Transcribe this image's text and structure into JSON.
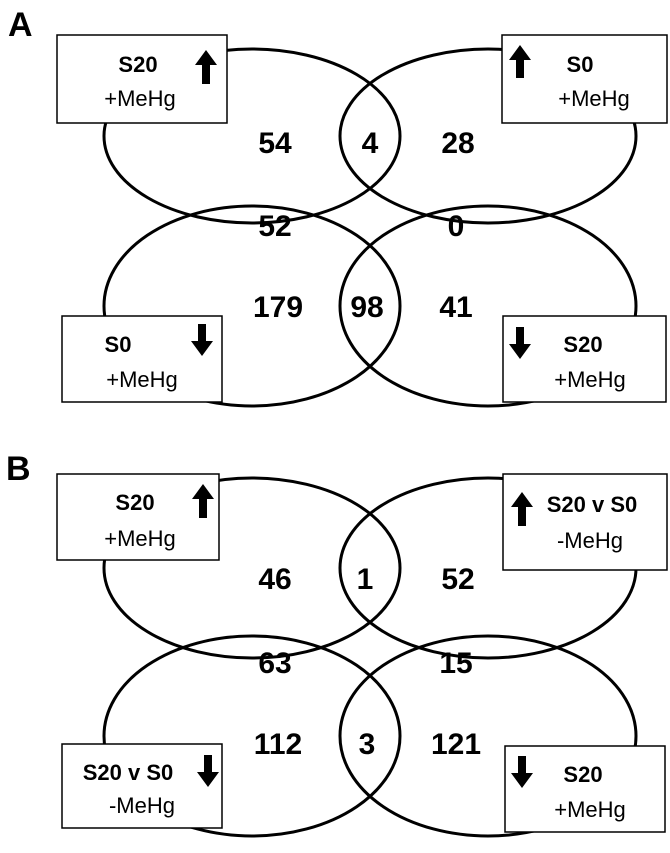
{
  "panels": [
    {
      "letter": "A",
      "boxes": {
        "tl": {
          "line1": "S20",
          "line2": "+MeHg",
          "arrow": "up"
        },
        "tr": {
          "line1": "S0",
          "line2": "+MeHg",
          "arrow": "up"
        },
        "bl": {
          "line1": "S0",
          "line2": "+MeHg",
          "arrow": "down"
        },
        "br": {
          "line1": "S20",
          "line2": "+MeHg",
          "arrow": "down"
        }
      },
      "counts": {
        "tl_only": "54",
        "top_center": "4",
        "tr_only": "28",
        "left_center": "52",
        "right_center": "0",
        "bl_only": "179",
        "bottom_center": "98",
        "br_only": "41"
      }
    },
    {
      "letter": "B",
      "boxes": {
        "tl": {
          "line1": "S20",
          "line2": "+MeHg",
          "arrow": "up"
        },
        "tr": {
          "line1": "S20 v S0",
          "line2": "-MeHg",
          "arrow": "up"
        },
        "bl": {
          "line1": "S20 v S0",
          "line2": "-MeHg",
          "arrow": "down"
        },
        "br": {
          "line1": "S20",
          "line2": "+MeHg",
          "arrow": "down"
        }
      },
      "counts": {
        "tl_only": "46",
        "top_center": "1",
        "tr_only": "52",
        "left_center": "63",
        "right_center": "15",
        "bl_only": "112",
        "bottom_center": "3",
        "br_only": "121"
      }
    }
  ]
}
